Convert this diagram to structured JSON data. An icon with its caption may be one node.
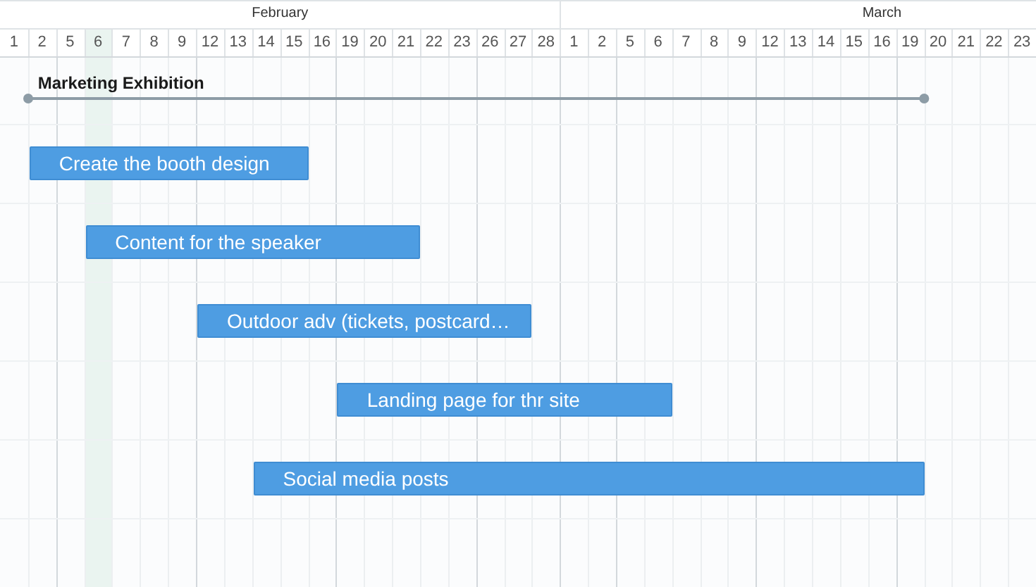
{
  "diagram": {
    "nodes": [
      {
        "text": [
          "Marketing Exhibition"
        ]
      },
      {
        "text": [
          "Create the booth design"
        ]
      },
      {
        "text": [
          "Content for the speaker"
        ]
      },
      {
        "text": [
          "Outdoor adv (tickets, postcard…"
        ]
      },
      {
        "text": [
          "Landing page for thr site"
        ]
      },
      {
        "text": [
          "Social media posts"
        ]
      }
    ],
    "labels": [
      "February",
      "March",
      "1",
      "2",
      "5",
      "6",
      "7",
      "8",
      "9",
      "12",
      "13",
      "14",
      "15",
      "16",
      "19",
      "20",
      "21",
      "22",
      "23",
      "26",
      "27",
      "28",
      "1",
      "2",
      "5",
      "6",
      "7",
      "8",
      "9",
      "12",
      "13",
      "14",
      "15",
      "16",
      "19",
      "20",
      "21",
      "22",
      "23"
    ]
  }
}
